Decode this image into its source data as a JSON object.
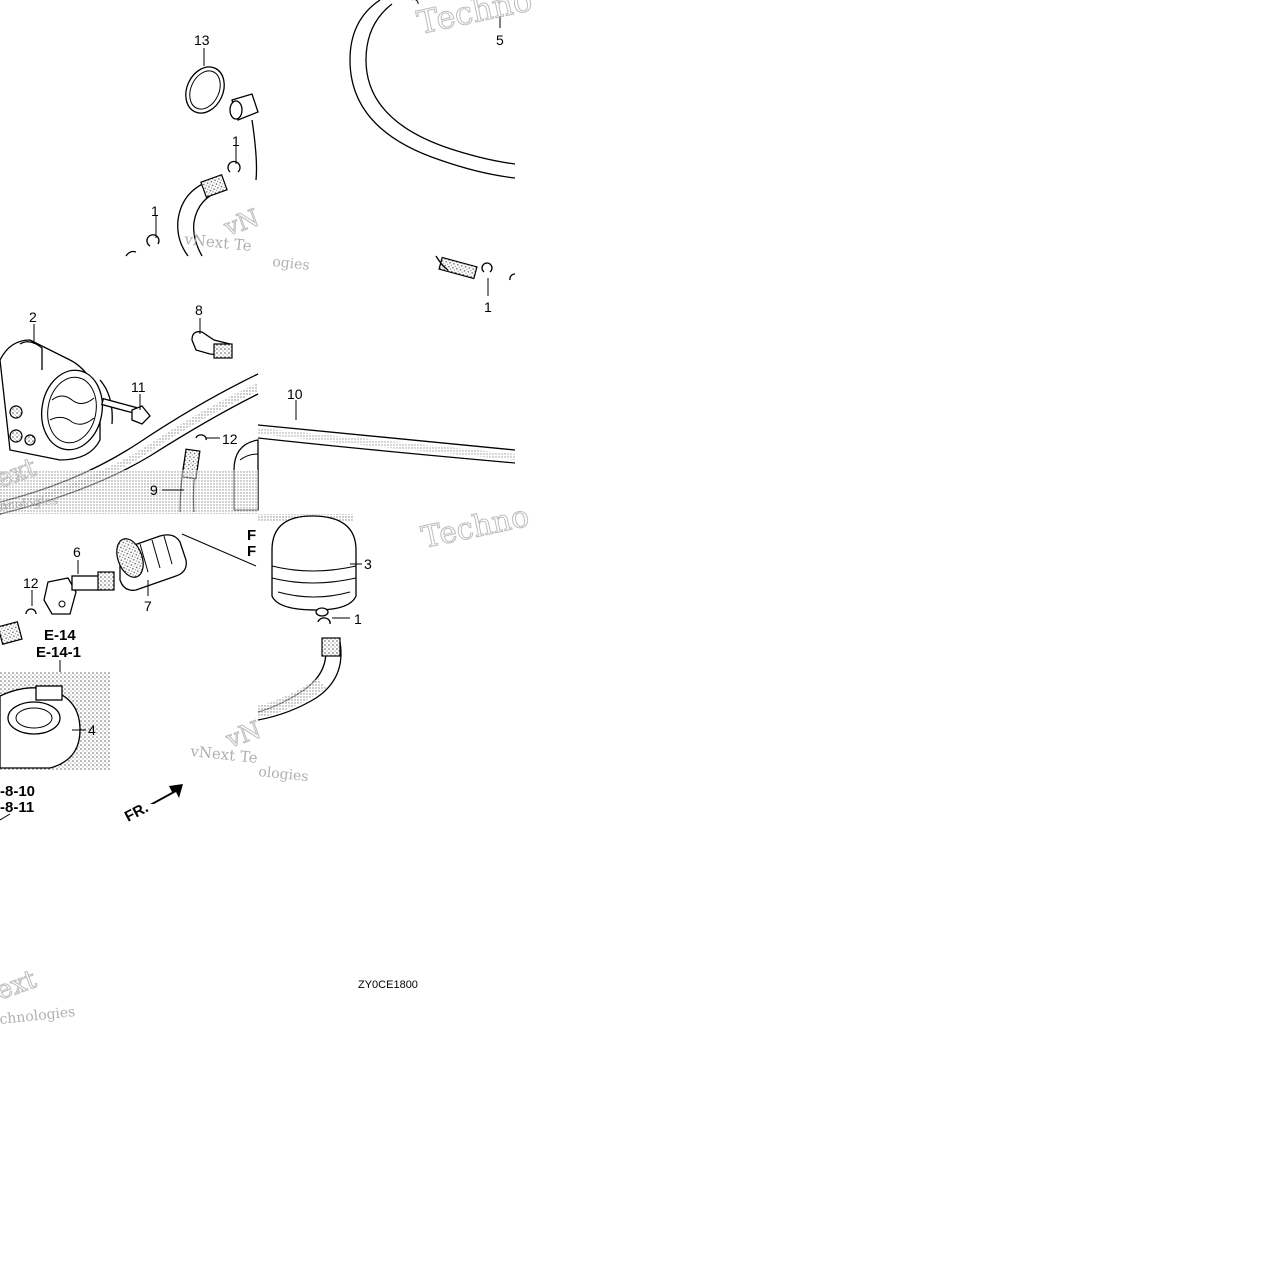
{
  "callouts": [
    {
      "id": "c13",
      "text": "13"
    },
    {
      "id": "c5",
      "text": "5"
    },
    {
      "id": "c1a",
      "text": "1"
    },
    {
      "id": "c1b",
      "text": "1"
    },
    {
      "id": "c1c",
      "text": "1"
    },
    {
      "id": "c2",
      "text": "2"
    },
    {
      "id": "c8",
      "text": "8"
    },
    {
      "id": "c11",
      "text": "11"
    },
    {
      "id": "c10",
      "text": "10"
    },
    {
      "id": "c12a",
      "text": "12"
    },
    {
      "id": "c9",
      "text": "9"
    },
    {
      "id": "c6",
      "text": "6"
    },
    {
      "id": "c12b",
      "text": "12"
    },
    {
      "id": "c7",
      "text": "7"
    },
    {
      "id": "c3",
      "text": "3"
    },
    {
      "id": "c1d",
      "text": "1"
    },
    {
      "id": "c4",
      "text": "4"
    }
  ],
  "references": {
    "e14": "E-14",
    "e14_1": "E-14-1",
    "e8_10": "-8-10",
    "e8_11": "-8-11",
    "f1": "F",
    "f2": "F"
  },
  "front_marker": "FR.",
  "drawing_code": "ZY0CE1800",
  "watermarks": {
    "w1": "Techno",
    "w2": "vNext Te",
    "w3": "vN",
    "w4": "ogies",
    "w5": "ext",
    "w6": "hnologies",
    "w7": "Techno",
    "w8": "vNext Te",
    "w9": "vN",
    "w10": "ologies",
    "w11": "ext",
    "w12": "chnologies"
  }
}
